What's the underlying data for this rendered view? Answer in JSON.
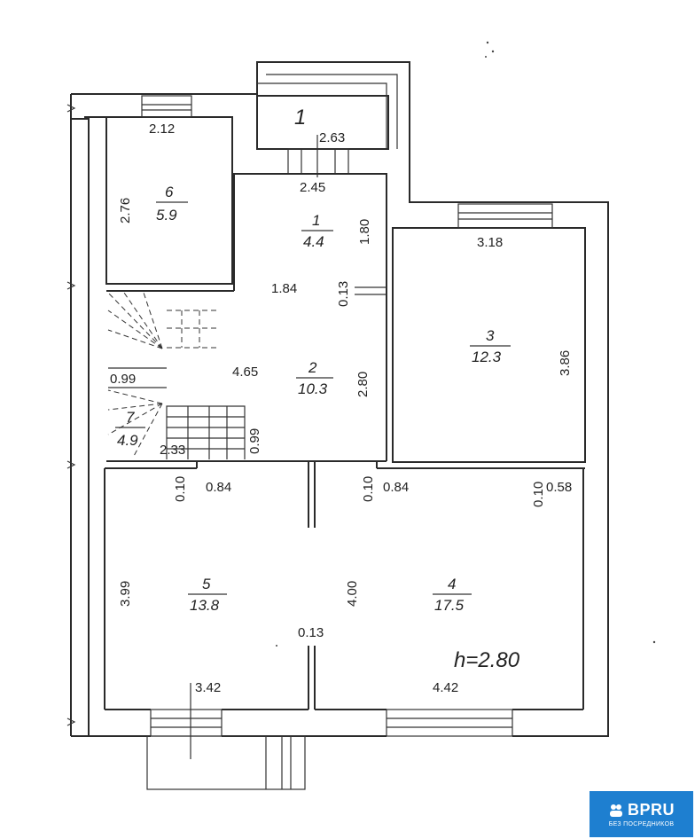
{
  "rooms": [
    {
      "id": "1",
      "area": "4.4"
    },
    {
      "id": "2",
      "area": "10.3"
    },
    {
      "id": "3",
      "area": "12.3"
    },
    {
      "id": "4",
      "area": "17.5"
    },
    {
      "id": "5",
      "area": "13.8"
    },
    {
      "id": "6",
      "area": "5.9"
    },
    {
      "id": "7",
      "area": "4.9"
    }
  ],
  "porch_label": "1",
  "height_note": "h=2.80",
  "dims": {
    "d_212": "2.12",
    "d_276": "2.76",
    "d_263": "2.63",
    "d_245": "2.45",
    "d_180": "1.80",
    "d_184": "1.84",
    "d_013a": "0.13",
    "d_318": "3.18",
    "d_386": "3.86",
    "d_465": "4.65",
    "d_280": "2.80",
    "d_099a": "0.99",
    "d_099b": "0.99",
    "d_233": "2.33",
    "d_010a": "0.10",
    "d_084a": "0.84",
    "d_010b": "0.10",
    "d_084b": "0.84",
    "d_010c": "0.10",
    "d_058": "0.58",
    "d_399": "3.99",
    "d_400": "4.00",
    "d_013b": "0.13",
    "d_342": "3.42",
    "d_442": "4.42"
  },
  "badge": {
    "brand": "BPRU",
    "tagline": "БЕЗ ПОСРЕДНИКОВ",
    "icon": "people-icon"
  }
}
